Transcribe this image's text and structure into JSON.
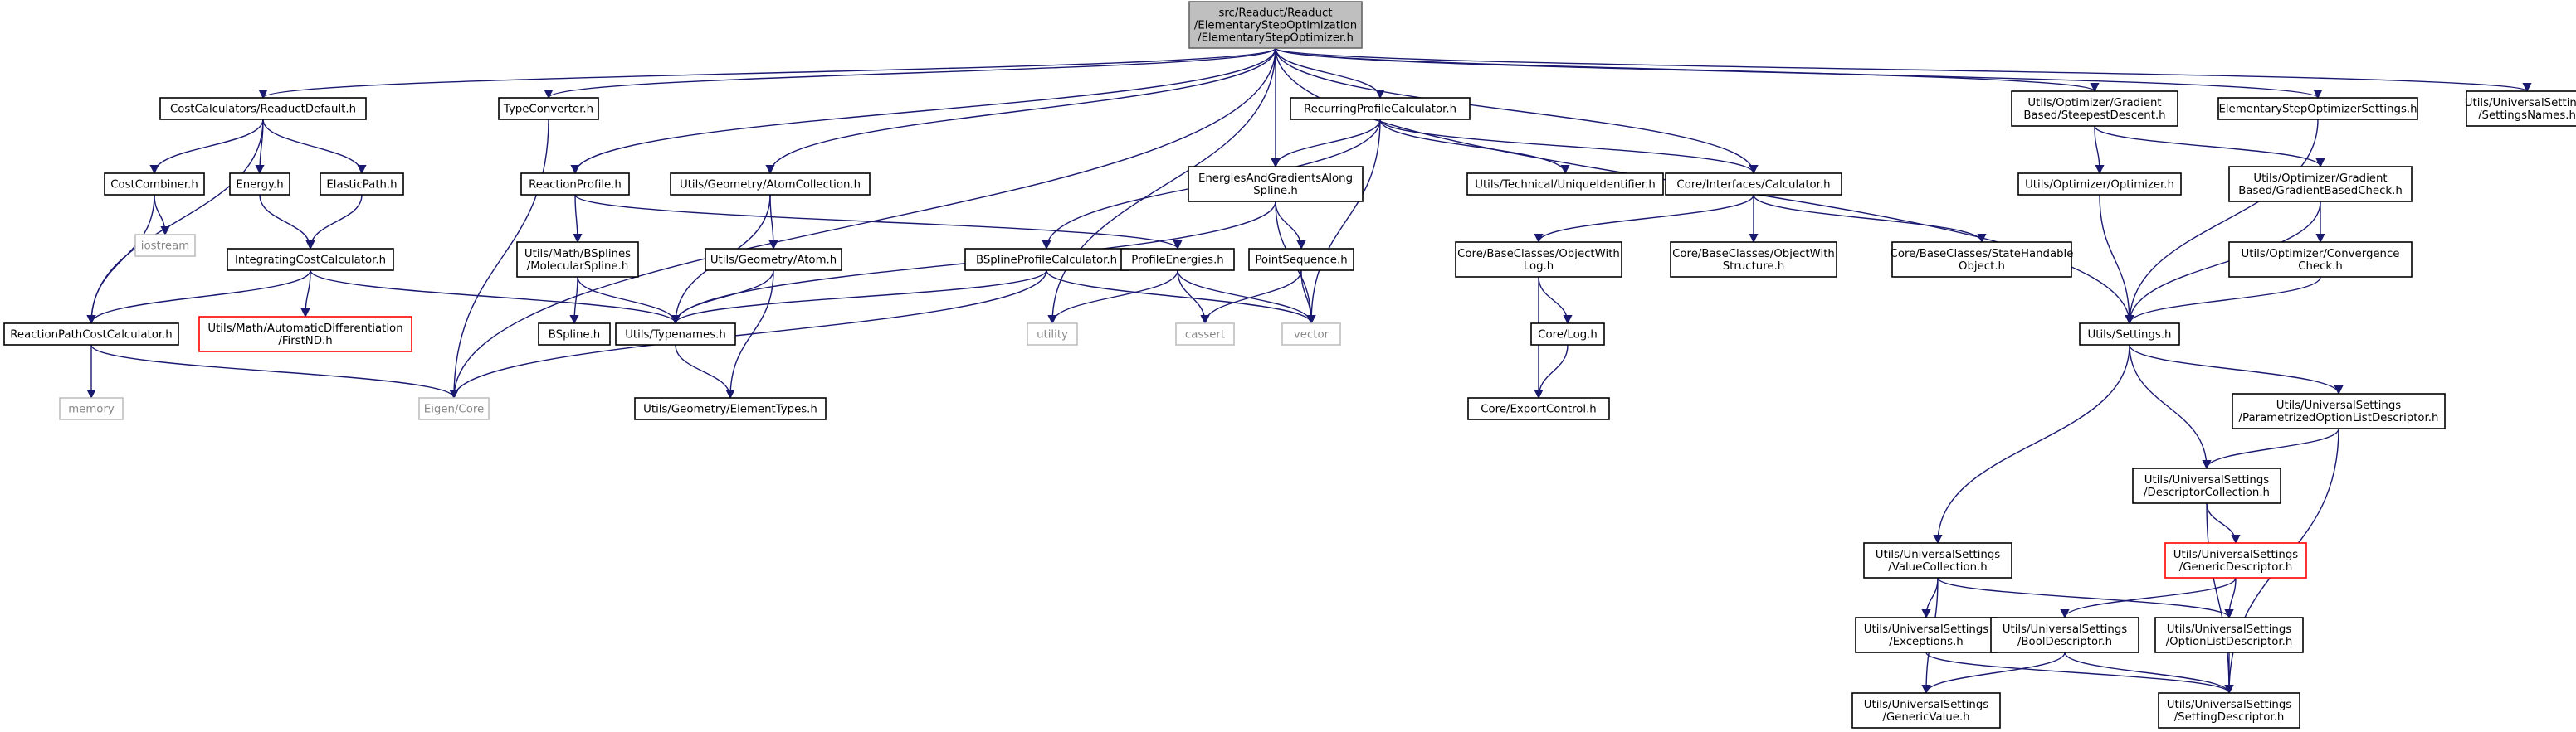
{
  "graph": {
    "edge_color": "#191970",
    "nodes": [
      {
        "id": "root",
        "lines": [
          "src/Readuct/Readuct",
          "/ElementaryStepOptimization",
          "/ElementaryStepOptimizer.h"
        ],
        "style": "root"
      },
      {
        "id": "costcalc",
        "lines": [
          "CostCalculators/ReaductDefault.h"
        ],
        "style": "normal"
      },
      {
        "id": "eigen",
        "lines": [
          "Eigen/Core"
        ],
        "style": "external"
      },
      {
        "id": "typeconv",
        "lines": [
          "TypeConverter.h"
        ],
        "style": "normal"
      },
      {
        "id": "reactprof",
        "lines": [
          "ReactionProfile.h"
        ],
        "style": "normal"
      },
      {
        "id": "atomcoll",
        "lines": [
          "Utils/Geometry/AtomCollection.h"
        ],
        "style": "normal"
      },
      {
        "id": "utility",
        "lines": [
          "utility"
        ],
        "style": "external"
      },
      {
        "id": "energgrad",
        "lines": [
          "EnergiesAndGradientsAlong",
          "Spline.h"
        ],
        "style": "normal"
      },
      {
        "id": "recurr",
        "lines": [
          "RecurringProfileCalculator.h"
        ],
        "style": "normal"
      },
      {
        "id": "corecalc",
        "lines": [
          "Core/Interfaces/Calculator.h"
        ],
        "style": "normal"
      },
      {
        "id": "steepest",
        "lines": [
          "Utils/Optimizer/Gradient",
          "Based/SteepestDescent.h"
        ],
        "style": "normal"
      },
      {
        "id": "essettings",
        "lines": [
          "ElementaryStepOptimizerSettings.h"
        ],
        "style": "normal"
      },
      {
        "id": "settingsnames",
        "lines": [
          "Utils/UniversalSettings",
          "/SettingsNames.h"
        ],
        "style": "normal"
      },
      {
        "id": "settings",
        "lines": [
          "Utils/Settings.h"
        ],
        "style": "normal"
      },
      {
        "id": "costcomb",
        "lines": [
          "CostCombiner.h"
        ],
        "style": "normal"
      },
      {
        "id": "energy",
        "lines": [
          "Energy.h"
        ],
        "style": "normal"
      },
      {
        "id": "elastic",
        "lines": [
          "ElasticPath.h"
        ],
        "style": "normal"
      },
      {
        "id": "rpcc",
        "lines": [
          "ReactionPathCostCalculator.h"
        ],
        "style": "normal"
      },
      {
        "id": "iostream",
        "lines": [
          "iostream"
        ],
        "style": "external"
      },
      {
        "id": "intcost",
        "lines": [
          "IntegratingCostCalculator.h"
        ],
        "style": "normal"
      },
      {
        "id": "memory",
        "lines": [
          "memory"
        ],
        "style": "external"
      },
      {
        "id": "firstnd",
        "lines": [
          "Utils/Math/AutomaticDifferentiation",
          "/FirstND.h"
        ],
        "style": "red"
      },
      {
        "id": "typenames",
        "lines": [
          "Utils/Typenames.h"
        ],
        "style": "normal"
      },
      {
        "id": "molspline",
        "lines": [
          "Utils/Math/BSplines",
          "/MolecularSpline.h"
        ],
        "style": "normal"
      },
      {
        "id": "bspline",
        "lines": [
          "BSpline.h"
        ],
        "style": "normal"
      },
      {
        "id": "atom",
        "lines": [
          "Utils/Geometry/Atom.h"
        ],
        "style": "normal"
      },
      {
        "id": "elemtypes",
        "lines": [
          "Utils/Geometry/ElementTypes.h"
        ],
        "style": "normal"
      },
      {
        "id": "bsprof",
        "lines": [
          "BSplineProfileCalculator.h"
        ],
        "style": "normal"
      },
      {
        "id": "profen",
        "lines": [
          "ProfileEnergies.h"
        ],
        "style": "normal"
      },
      {
        "id": "pointseq",
        "lines": [
          "PointSequence.h"
        ],
        "style": "normal"
      },
      {
        "id": "cassert",
        "lines": [
          "cassert"
        ],
        "style": "external"
      },
      {
        "id": "vector",
        "lines": [
          "vector"
        ],
        "style": "external"
      },
      {
        "id": "uniqueid",
        "lines": [
          "Utils/Technical/UniqueIdentifier.h"
        ],
        "style": "normal"
      },
      {
        "id": "objlog",
        "lines": [
          "Core/BaseClasses/ObjectWith",
          "Log.h"
        ],
        "style": "normal"
      },
      {
        "id": "objstruct",
        "lines": [
          "Core/BaseClasses/ObjectWith",
          "Structure.h"
        ],
        "style": "normal"
      },
      {
        "id": "statehand",
        "lines": [
          "Core/BaseClasses/StateHandable",
          "Object.h"
        ],
        "style": "normal"
      },
      {
        "id": "corelog",
        "lines": [
          "Core/Log.h"
        ],
        "style": "normal"
      },
      {
        "id": "exportctl",
        "lines": [
          "Core/ExportControl.h"
        ],
        "style": "normal"
      },
      {
        "id": "optimizer",
        "lines": [
          "Utils/Optimizer/Optimizer.h"
        ],
        "style": "normal"
      },
      {
        "id": "gradcheck",
        "lines": [
          "Utils/Optimizer/Gradient",
          "Based/GradientBasedCheck.h"
        ],
        "style": "normal"
      },
      {
        "id": "convcheck",
        "lines": [
          "Utils/Optimizer/Convergence",
          "Check.h"
        ],
        "style": "normal"
      },
      {
        "id": "paramopt",
        "lines": [
          "Utils/UniversalSettings",
          "/ParametrizedOptionListDescriptor.h"
        ],
        "style": "normal"
      },
      {
        "id": "desccoll",
        "lines": [
          "Utils/UniversalSettings",
          "/DescriptorCollection.h"
        ],
        "style": "normal"
      },
      {
        "id": "genericdesc",
        "lines": [
          "Utils/UniversalSettings",
          "/GenericDescriptor.h"
        ],
        "style": "red"
      },
      {
        "id": "valuecoll",
        "lines": [
          "Utils/UniversalSettings",
          "/ValueCollection.h"
        ],
        "style": "normal"
      },
      {
        "id": "exceptions",
        "lines": [
          "Utils/UniversalSettings",
          "/Exceptions.h"
        ],
        "style": "normal"
      },
      {
        "id": "booldesc",
        "lines": [
          "Utils/UniversalSettings",
          "/BoolDescriptor.h"
        ],
        "style": "normal"
      },
      {
        "id": "optlistdesc",
        "lines": [
          "Utils/UniversalSettings",
          "/OptionListDescriptor.h"
        ],
        "style": "normal"
      },
      {
        "id": "genericval",
        "lines": [
          "Utils/UniversalSettings",
          "/GenericValue.h"
        ],
        "style": "normal"
      },
      {
        "id": "settingdesc",
        "lines": [
          "Utils/UniversalSettings",
          "/SettingDescriptor.h"
        ],
        "style": "normal"
      }
    ],
    "edges": [
      [
        "root",
        "costcalc"
      ],
      [
        "root",
        "eigen"
      ],
      [
        "root",
        "typeconv"
      ],
      [
        "root",
        "reactprof"
      ],
      [
        "root",
        "atomcoll"
      ],
      [
        "root",
        "utility"
      ],
      [
        "root",
        "energgrad"
      ],
      [
        "root",
        "recurr"
      ],
      [
        "root",
        "corecalc"
      ],
      [
        "root",
        "steepest"
      ],
      [
        "root",
        "essettings"
      ],
      [
        "root",
        "settingsnames"
      ],
      [
        "root",
        "settings"
      ],
      [
        "costcalc",
        "costcomb"
      ],
      [
        "costcalc",
        "energy"
      ],
      [
        "costcalc",
        "elastic"
      ],
      [
        "costcalc",
        "rpcc"
      ],
      [
        "costcomb",
        "rpcc"
      ],
      [
        "costcomb",
        "iostream"
      ],
      [
        "energy",
        "intcost"
      ],
      [
        "elastic",
        "intcost"
      ],
      [
        "intcost",
        "rpcc"
      ],
      [
        "intcost",
        "firstnd"
      ],
      [
        "intcost",
        "typenames"
      ],
      [
        "rpcc",
        "memory"
      ],
      [
        "rpcc",
        "eigen"
      ],
      [
        "typeconv",
        "eigen"
      ],
      [
        "reactprof",
        "molspline"
      ],
      [
        "reactprof",
        "profen"
      ],
      [
        "molspline",
        "bspline"
      ],
      [
        "molspline",
        "typenames"
      ],
      [
        "atomcoll",
        "atom"
      ],
      [
        "atomcoll",
        "typenames"
      ],
      [
        "atom",
        "typenames"
      ],
      [
        "atom",
        "elemtypes"
      ],
      [
        "typenames",
        "elemtypes"
      ],
      [
        "energgrad",
        "typenames"
      ],
      [
        "energgrad",
        "pointseq"
      ],
      [
        "energgrad",
        "vector"
      ],
      [
        "recurr",
        "energgrad"
      ],
      [
        "recurr",
        "bsprof"
      ],
      [
        "recurr",
        "uniqueid"
      ],
      [
        "recurr",
        "corecalc"
      ],
      [
        "recurr",
        "vector"
      ],
      [
        "bsprof",
        "typenames"
      ],
      [
        "bsprof",
        "eigen"
      ],
      [
        "bsprof",
        "vector"
      ],
      [
        "profen",
        "utility"
      ],
      [
        "profen",
        "cassert"
      ],
      [
        "profen",
        "vector"
      ],
      [
        "pointseq",
        "cassert"
      ],
      [
        "pointseq",
        "vector"
      ],
      [
        "corecalc",
        "objlog"
      ],
      [
        "corecalc",
        "objstruct"
      ],
      [
        "corecalc",
        "statehand"
      ],
      [
        "objlog",
        "corelog"
      ],
      [
        "objlog",
        "exportctl"
      ],
      [
        "corelog",
        "exportctl"
      ],
      [
        "steepest",
        "optimizer"
      ],
      [
        "steepest",
        "gradcheck"
      ],
      [
        "optimizer",
        "settings"
      ],
      [
        "gradcheck",
        "settings"
      ],
      [
        "gradcheck",
        "convcheck"
      ],
      [
        "convcheck",
        "settings"
      ],
      [
        "essettings",
        "settings"
      ],
      [
        "settings",
        "paramopt"
      ],
      [
        "settings",
        "desccoll"
      ],
      [
        "settings",
        "valuecoll"
      ],
      [
        "paramopt",
        "desccoll"
      ],
      [
        "paramopt",
        "settingdesc"
      ],
      [
        "desccoll",
        "genericdesc"
      ],
      [
        "desccoll",
        "settingdesc"
      ],
      [
        "genericdesc",
        "booldesc"
      ],
      [
        "genericdesc",
        "optlistdesc"
      ],
      [
        "valuecoll",
        "exceptions"
      ],
      [
        "valuecoll",
        "optlistdesc"
      ],
      [
        "valuecoll",
        "genericval"
      ],
      [
        "exceptions",
        "settingdesc"
      ],
      [
        "booldesc",
        "genericval"
      ],
      [
        "booldesc",
        "settingdesc"
      ],
      [
        "optlistdesc",
        "settingdesc"
      ]
    ]
  }
}
